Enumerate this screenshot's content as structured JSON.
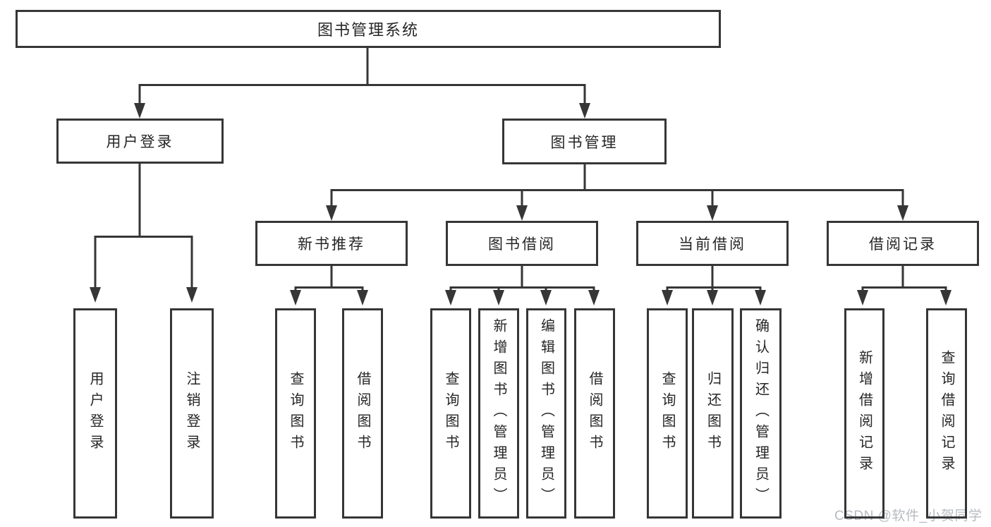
{
  "colors": {
    "line": "#363636",
    "text": "#262626",
    "watermark_text": "#b7bbc0",
    "background": "#ffffff"
  },
  "diagram": {
    "root": {
      "label": "图书管理系统"
    },
    "level2": [
      {
        "label": "用户登录"
      },
      {
        "label": "图书管理"
      }
    ],
    "level3": [
      {
        "label": "新书推荐"
      },
      {
        "label": "图书借阅"
      },
      {
        "label": "当前借阅"
      },
      {
        "label": "借阅记录"
      }
    ],
    "leaves": [
      {
        "label": "用户登录"
      },
      {
        "label": "注销登录"
      },
      {
        "label": "查询图书"
      },
      {
        "label": "借阅图书"
      },
      {
        "label": "查询图书"
      },
      {
        "label": "新增图书（管理员）"
      },
      {
        "label": "编辑图书（管理员）"
      },
      {
        "label": "借阅图书"
      },
      {
        "label": "查询图书"
      },
      {
        "label": "归还图书"
      },
      {
        "label": "确认归还（管理员）"
      },
      {
        "label": "新增借阅记录"
      },
      {
        "label": "查询借阅记录"
      }
    ]
  },
  "watermark": {
    "text": "CSDN @软件_小贺同学"
  }
}
